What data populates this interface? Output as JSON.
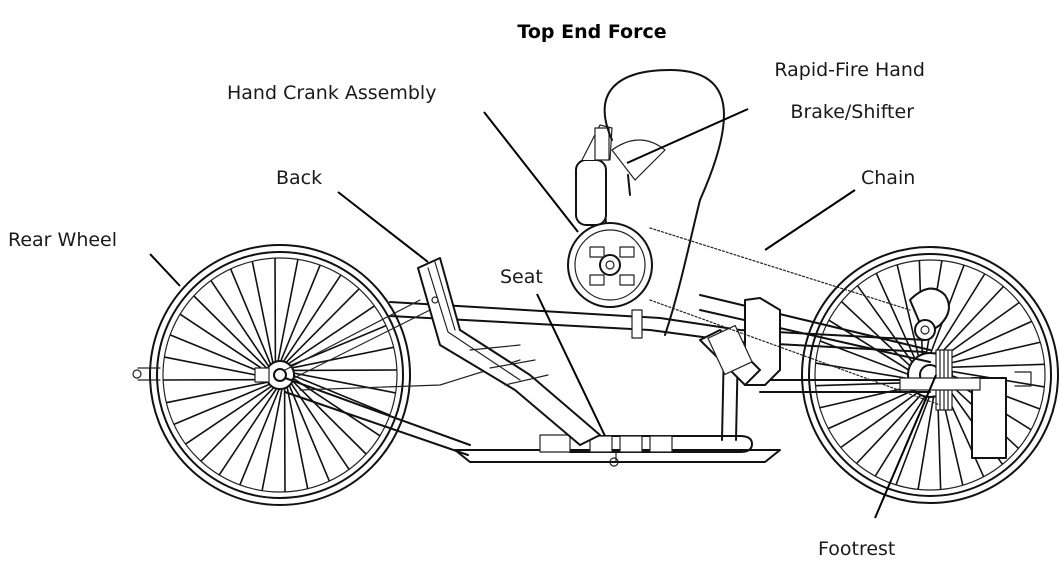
{
  "title": "Top End Force",
  "labels": {
    "rear_wheel": "Rear Wheel",
    "back": "Back",
    "hand_crank": "Hand Crank Assembly",
    "brake_line1": "Rapid-Fire Hand",
    "brake_line2": "Brake/Shifter",
    "chain": "Chain",
    "seat": "Seat",
    "footrest": "Footrest"
  },
  "colors": {
    "ink": "#111111",
    "paper": "#ffffff"
  }
}
